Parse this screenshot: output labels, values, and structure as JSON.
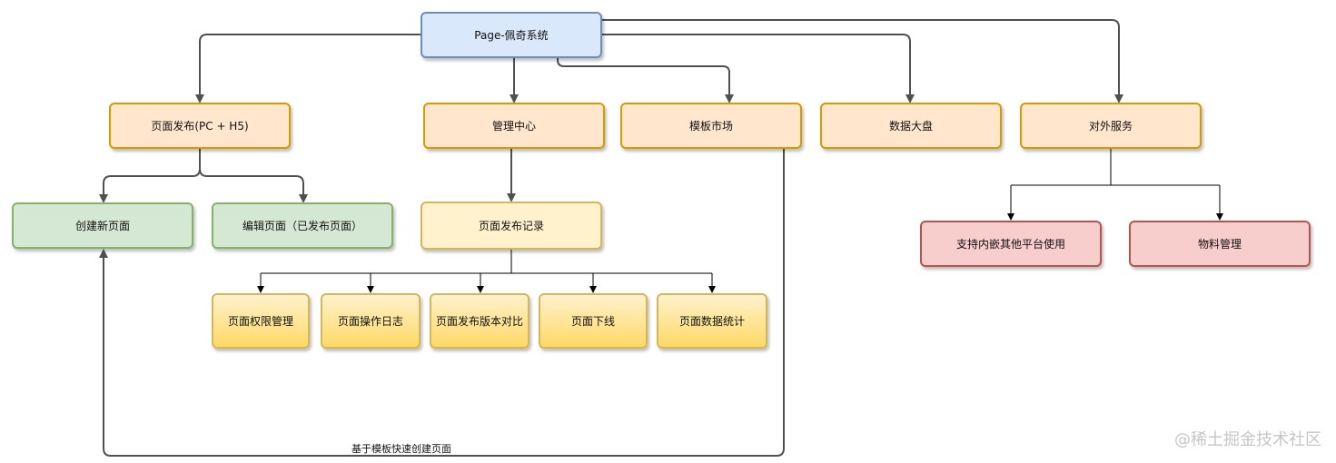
{
  "nodes": {
    "root": "Page-佩奇系统",
    "publish": "页面发布(PC + H5)",
    "manage": "管理中心",
    "template": "模板市场",
    "dashboard": "数据大盘",
    "external": "对外服务",
    "create_new": "创建新页面",
    "edit_page": "编辑页面（已发布页面）",
    "publish_log": "页面发布记录",
    "perm_manage": "页面权限管理",
    "op_log": "页面操作日志",
    "version_compare": "页面发布版本对比",
    "offline": "页面下线",
    "page_stats": "页面数据统计",
    "embed": "支持内嵌其他平台使用",
    "material": "物料管理"
  },
  "edge_labels": {
    "template_to_create": "基于模板快速创建页面"
  },
  "watermark": "@稀土掘金技术社区"
}
